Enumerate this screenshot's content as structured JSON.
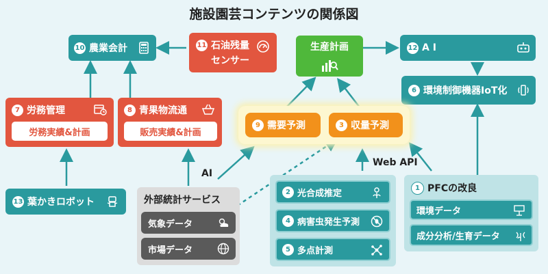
{
  "title": "施設園芸コンテンツの関係図",
  "nodes": {
    "n10": {
      "num": "10",
      "label": "農業会計",
      "icon": "calculator-icon"
    },
    "n11": {
      "num": "11",
      "line1": "石油残量",
      "line2": "センサー",
      "icon": "gauge-icon"
    },
    "seisan": {
      "label": "生産計画",
      "icon": "chart-search-icon"
    },
    "n12": {
      "num": "12",
      "label": "A I",
      "icon": "robot-head-icon"
    },
    "n6": {
      "num": "6",
      "label": "環境制御機器IoT化",
      "icon": "smartphone-signal-icon"
    },
    "n7": {
      "num": "7",
      "label": "労務管理",
      "sub": "労務実績&計画",
      "icon": "calendar-clock-icon"
    },
    "n8": {
      "num": "8",
      "label": "青果物流通",
      "sub": "販売実績&計画",
      "icon": "basket-icon"
    },
    "n9": {
      "num": "9",
      "label": "需要予測"
    },
    "n3": {
      "num": "3",
      "label": "収量予測"
    },
    "n13": {
      "num": "13",
      "label": "葉かきロボット",
      "icon": "robot-icon"
    },
    "external": {
      "title": "外部統計サービス",
      "items": [
        "気象データ",
        "市場データ"
      ],
      "icons": [
        "weather-icon",
        "globe-icon"
      ]
    },
    "n2": {
      "num": "2",
      "label": "光合成推定",
      "icon": "plant-sun-icon"
    },
    "n4": {
      "num": "4",
      "label": "病害虫発生予測",
      "icon": "bug-forbidden-icon"
    },
    "n5": {
      "num": "5",
      "label": "多点計測",
      "icon": "network-nodes-icon"
    },
    "n1": {
      "num": "1",
      "label": "PFCの改良",
      "items": [
        "環境データ",
        "成分分析/生育データ"
      ],
      "icons": [
        "sensor-panel-icon",
        "antenna-plant-icon"
      ]
    }
  },
  "labels": {
    "ai": "AI",
    "webapi": "Web API"
  },
  "colors": {
    "teal": "#2a9a9e",
    "red": "#e2563f",
    "green": "#4fb83b",
    "orange": "#f2911b",
    "gray": "#5a5a5a",
    "background": "#e9f5f8"
  }
}
